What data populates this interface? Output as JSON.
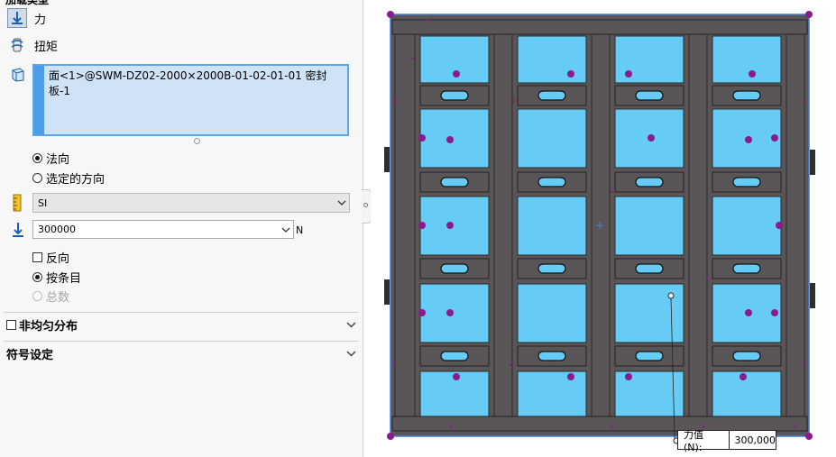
{
  "panel": {
    "header_cut": "加载类型",
    "type_force_label": "力",
    "type_torque_label": "扭矩",
    "selection_text": "面<1>@SWM-DZ02-2000×2000B-01-02-01-01 密封板-1",
    "direction_normal": "法向",
    "direction_selected": "选定的方向",
    "units_value": "SI",
    "force_value": "300000",
    "force_unit": "N",
    "reverse_label": "反向",
    "per_item_label": "按条目",
    "total_label": "总数",
    "nonuniform_label": "非均匀分布",
    "symbol_settings_label": "符号设定",
    "selected_direction": "法向",
    "selected_mode": "按条目",
    "reverse_checked": false,
    "nonuniform_checked": false
  },
  "viewport": {
    "callout_label": "力值 (N):",
    "callout_value": "300,000",
    "colors": {
      "frame": "#5a5556",
      "panel_fill": "#66ccf6",
      "marker": "#8c1a8c",
      "selection_outline": "#3e7fd6"
    }
  }
}
